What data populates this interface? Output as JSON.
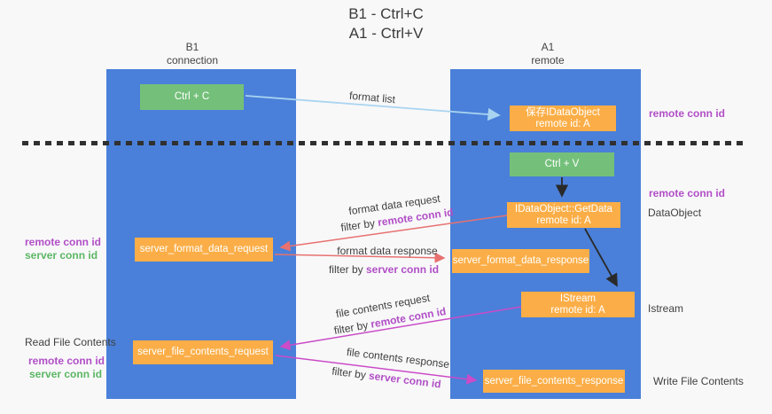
{
  "title": {
    "line1": "B1 - Ctrl+C",
    "line2": "A1 - Ctrl+V"
  },
  "lanes": {
    "left": {
      "name": "B1",
      "subtitle": "connection"
    },
    "right": {
      "name": "A1",
      "subtitle": "remote"
    }
  },
  "nodes": {
    "ctrl_c": "Ctrl + C",
    "ctrl_v": "Ctrl + V",
    "save_dataobject": {
      "line1": "保存IDataObject",
      "line2": "remote id: A"
    },
    "getdata": {
      "line1": "IDataObject::GetData",
      "line2": "remote id: A"
    },
    "istream": {
      "line1": "IStream",
      "line2": "remote id: A"
    },
    "server_format_data_request": "server_format_data_request",
    "server_format_data_response": "server_format_data_response",
    "server_file_contents_request": "server_file_contents_request",
    "server_file_contents_response": "server_file_contents_response"
  },
  "flow_labels": {
    "format_list": "format list",
    "format_data_request": "format data request",
    "format_data_response": "format data response",
    "file_contents_request": "file contents request",
    "file_contents_response": "file contents response",
    "filter_by": "filter by ",
    "remote_conn_id": "remote conn id",
    "server_conn_id": "server conn id"
  },
  "side_labels": {
    "remote_conn_id": "remote conn id",
    "server_conn_id": "server conn id",
    "read_file_contents": "Read File Contents",
    "write_file_contents": "Write File Contents",
    "dataobject": "DataObject",
    "istream": "Istream"
  },
  "colors": {
    "lane_blue": "#4a80d9",
    "box_orange": "#fbae47",
    "box_green": "#74c07a",
    "arrow_light_blue": "#a9d4f0",
    "arrow_red": "#e87170",
    "arrow_magenta": "#cb4bc8",
    "arrow_black": "#2a2a2a",
    "text_purple": "#b14fc6",
    "text_green": "#5bb763"
  }
}
